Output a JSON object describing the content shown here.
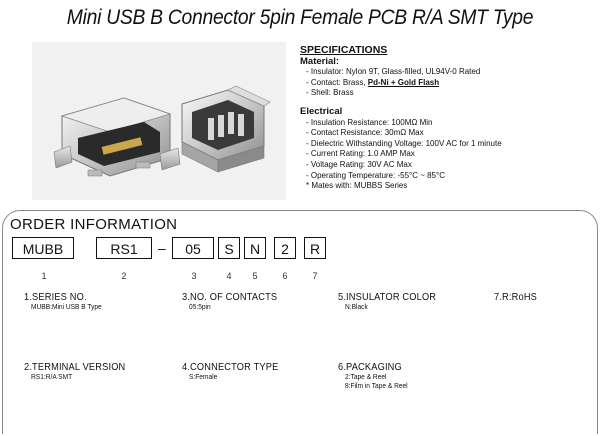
{
  "title": "Mini USB B Connector 5pin Female PCB R/A SMT Type",
  "specifications": {
    "heading": "SPECIFICATIONS",
    "material_heading": "Material:",
    "material": [
      "- Insulator: Nylon 9T, Glass-filled, UL94V-0 Rated",
      "- Contact: Brass, ",
      "- Shell: Brass"
    ],
    "contact_plating": "Pd-Ni + Gold Flash",
    "electrical_heading": "Electrical",
    "electrical": [
      "- Insulation Resistance: 100MΩ Min",
      "- Contact Resistance: 30mΩ Max",
      "- Dielectric Withstanding Voltage: 100V AC for 1 minute",
      "- Current Rating: 1.0 AMP Max",
      "- Voltage Rating: 30V AC Max",
      "- Operating Temperature: -55°C ~ 85°C",
      "* Mates with: MUBBS Series"
    ]
  },
  "order": {
    "heading": "ORDER INFORMATION",
    "boxes": [
      "MUBB",
      "RS1",
      "05",
      "S",
      "N",
      "2",
      "R"
    ],
    "dash": "–",
    "numbers": [
      "1",
      "2",
      "3",
      "4",
      "5",
      "6",
      "7"
    ],
    "fields": [
      {
        "label": "1.SERIES NO.",
        "lines": [
          "MUBB:Mini USB B Type"
        ]
      },
      {
        "label": "3.NO. OF CONTACTS",
        "lines": [
          "05:5pin"
        ]
      },
      {
        "label": "5.INSULATOR COLOR",
        "lines": [
          "N:Black"
        ]
      },
      {
        "label": "7.R:RoHS",
        "lines": []
      },
      {
        "label": "2.TERMINAL VERSION",
        "lines": [
          "RS1:R/A SMT"
        ]
      },
      {
        "label": "4.CONNECTOR TYPE",
        "lines": [
          "S:Female"
        ]
      },
      {
        "label": "6.PACKAGING",
        "lines": [
          "2:Tape & Reel",
          "8:Film in Tape & Reel"
        ]
      }
    ]
  }
}
